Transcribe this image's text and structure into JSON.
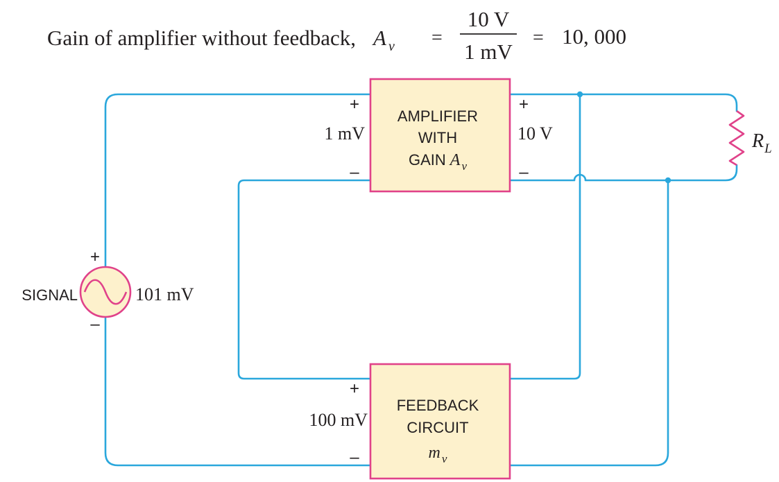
{
  "header": {
    "text": "Gain of amplifier without feedback,",
    "symbol": "A",
    "symbol_sub": "v",
    "equals1": "=",
    "numerator": "10 V",
    "denominator": "1 mV",
    "equals2": "=",
    "result": "10, 000"
  },
  "amplifier": {
    "line1": "AMPLIFIER",
    "line2": "WITH",
    "line3": "GAIN",
    "gain_symbol": "A",
    "gain_sub": "v",
    "in_plus": "+",
    "in_minus": "–",
    "out_plus": "+",
    "out_minus": "–",
    "input_voltage": "1 mV",
    "output_voltage": "10 V"
  },
  "load": {
    "symbol": "R",
    "sub": "L"
  },
  "source": {
    "label": "SIGNAL",
    "voltage": "101 mV",
    "plus": "+",
    "minus": "–"
  },
  "feedback": {
    "line1": "FEEDBACK",
    "line2": "CIRCUIT",
    "symbol": "m",
    "sub": "v",
    "plus": "+",
    "minus": "–",
    "voltage": "100 mV"
  },
  "colors": {
    "wire": "#2aa7dc",
    "component_outline": "#e0428a",
    "box_fill": "#fdf1cc",
    "text": "#231f20"
  }
}
